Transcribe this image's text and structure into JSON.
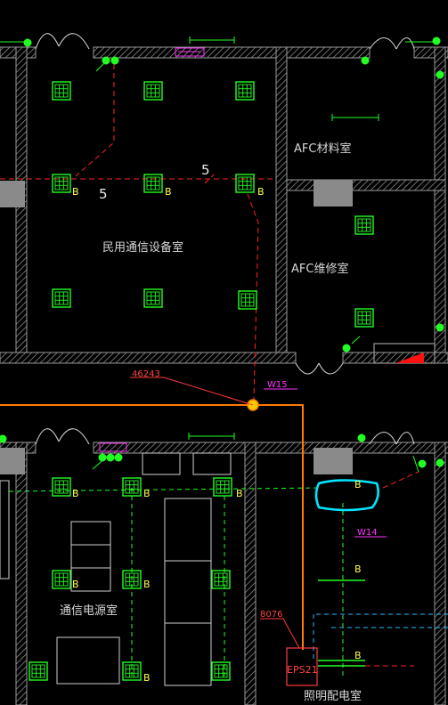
{
  "rooms": {
    "civil_comm": "民用通信设备室",
    "afc_material": "AFC材料室",
    "afc_repair": "AFC维修室",
    "comm_power": "通信电源室",
    "lighting_room": "照明配电室"
  },
  "tags": {
    "elevation": "46243",
    "cable_w15_upper": "W15",
    "cable_w14": "W14",
    "cable_8076": "8076",
    "panel": "EPS21",
    "b": "B",
    "five": "5"
  },
  "colors": {
    "background": "#000000",
    "wall": "#9a9a9a",
    "fixture": "#22ff22",
    "dash_red": "#ff2222",
    "orange": "#ff7a00",
    "cyan": "#00e5ff",
    "magenta": "#ff33ff",
    "label_white": "#d8d8d8",
    "label_yellow": "#ffff44"
  }
}
